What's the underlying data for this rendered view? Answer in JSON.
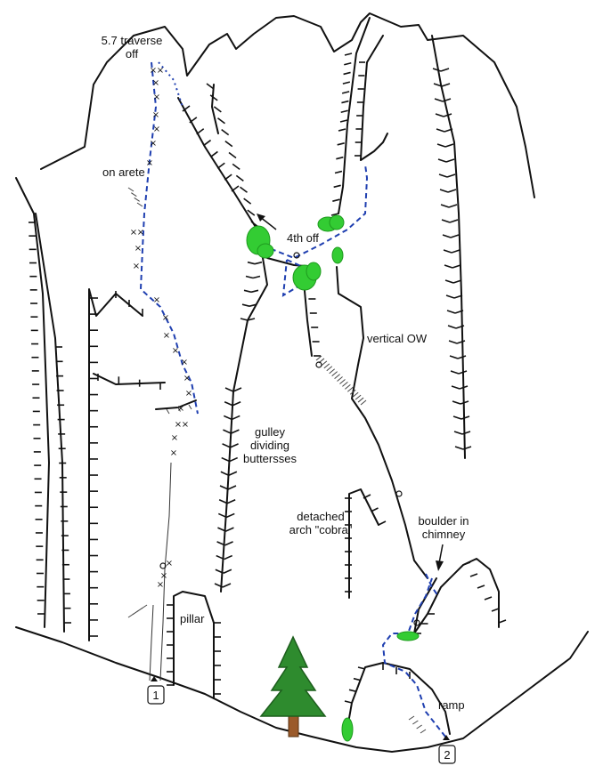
{
  "labels": {
    "traverse_line1": "5.7 traverse",
    "traverse_line2": "off",
    "on_arete": "on arete",
    "fourth_off": "4th off",
    "vertical_ow": "vertical OW",
    "gulley_line1": "gulley",
    "gulley_line2": "dividing",
    "gulley_line3": "buttersses",
    "detached_line1": "detached",
    "detached_line2": "arch \"cobra\"",
    "boulder_line1": "boulder in",
    "boulder_line2": "chimney",
    "pillar": "pillar",
    "ramp": "ramp"
  },
  "start_markers": [
    {
      "id": "1"
    },
    {
      "id": "2"
    }
  ],
  "colors": {
    "route": "#1f3fb0",
    "vegetation": "#33cc33",
    "tree": "#2e8b2e",
    "trunk": "#9b5a2a",
    "rock": "#111111"
  },
  "icons": [
    "arrow-up-icon",
    "tree-icon",
    "bush-icon",
    "bolt-icon",
    "piton-icon"
  ]
}
